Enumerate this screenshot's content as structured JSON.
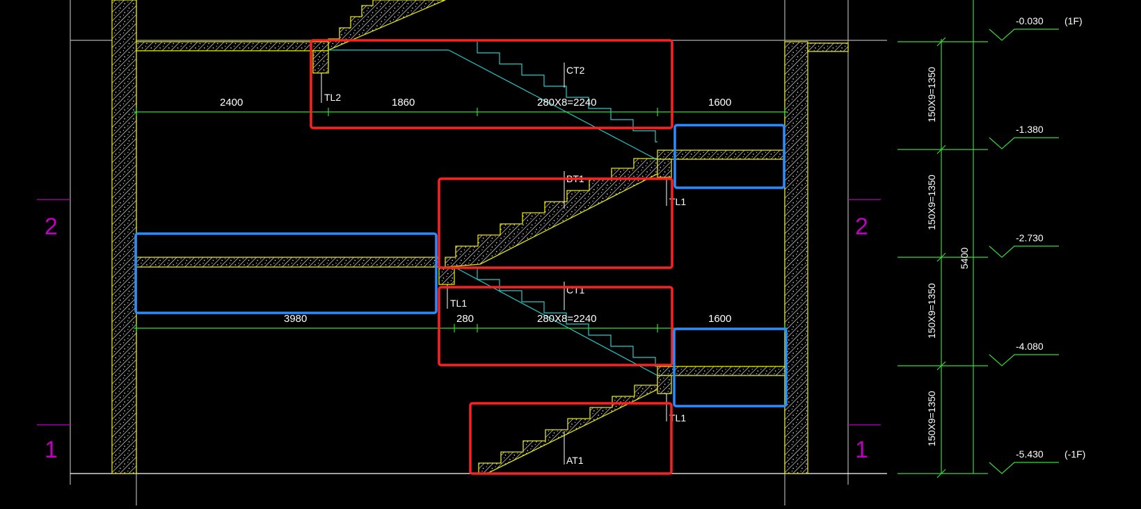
{
  "colors": {
    "background": "#000000",
    "wall_outline": "#e6e600",
    "hatch": "#ffffff",
    "dimension": "#33dd33",
    "stair_line": "#22cccc",
    "grid_line": "#b0b0b0",
    "axis_marker": "#c000c0",
    "highlight_red": "#ff2020",
    "highlight_blue": "#2a8cff",
    "text": "#ffffff"
  },
  "axis_labels": {
    "upper": "2",
    "lower": "1"
  },
  "horizontal_dimensions": {
    "upper": [
      "2400",
      "1860",
      "280X8=2240",
      "1600"
    ],
    "lower": [
      "3980",
      "280",
      "280X8=2240",
      "1600"
    ]
  },
  "stair_labels": {
    "ct2": "CT2",
    "bt1": "BT1",
    "ct1": "CT1",
    "at1": "AT1",
    "tl2": "TL2",
    "tl1_upper": "TL1",
    "tl1_mid": "TL1",
    "tl1_lower": "TL1"
  },
  "vertical_dimensions": {
    "segments": [
      "150X9=1350",
      "150X9=1350",
      "150X9=1350",
      "150X9=1350"
    ],
    "total": "5400"
  },
  "elevations": [
    {
      "value": "-0.030",
      "floor": "(1F)"
    },
    {
      "value": "-1.380",
      "floor": ""
    },
    {
      "value": "-2.730",
      "floor": ""
    },
    {
      "value": "-4.080",
      "floor": ""
    },
    {
      "value": "-5.430",
      "floor": "(-1F)"
    }
  ]
}
